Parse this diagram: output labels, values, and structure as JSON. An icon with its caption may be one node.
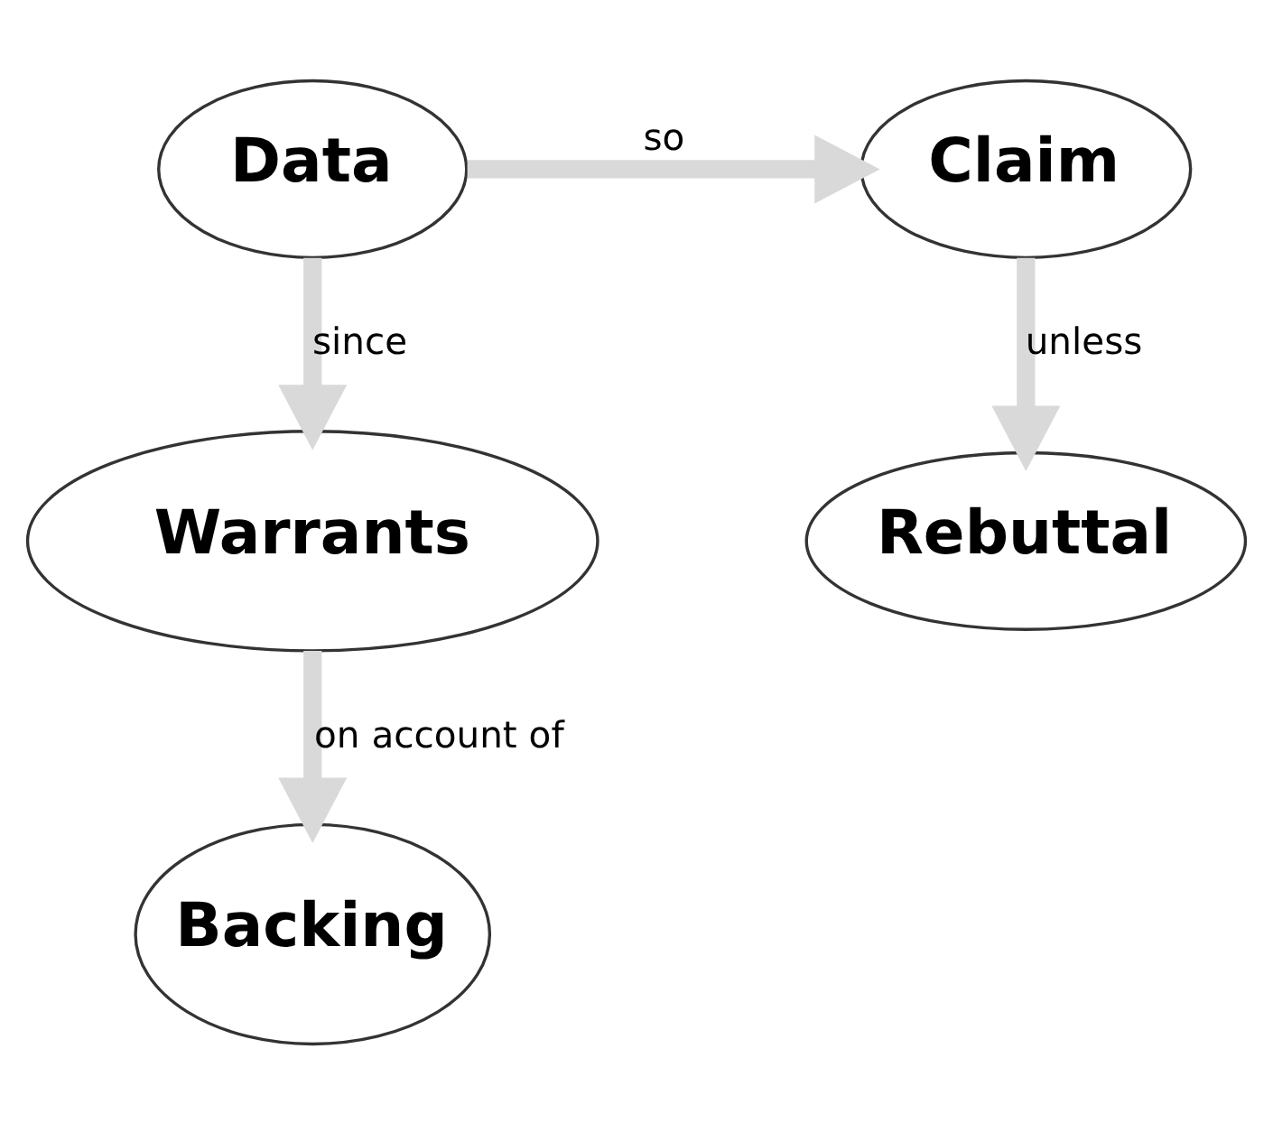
{
  "diagram": {
    "nodes": [
      {
        "text": [
          "Data"
        ]
      },
      {
        "text": [
          "Claim"
        ]
      },
      {
        "text": [
          "Warrants"
        ]
      },
      {
        "text": [
          "Rebuttal"
        ]
      },
      {
        "text": [
          "Backing"
        ]
      }
    ],
    "edges": [
      {
        "from": 0,
        "to": 1,
        "arrow": "to",
        "label": "so"
      },
      {
        "from": 0,
        "to": 2,
        "arrow": "to",
        "label": "since"
      },
      {
        "from": 1,
        "to": 3,
        "arrow": "to",
        "label": "unless"
      },
      {
        "from": 2,
        "to": 4,
        "arrow": "to",
        "label": "on account of"
      }
    ]
  }
}
